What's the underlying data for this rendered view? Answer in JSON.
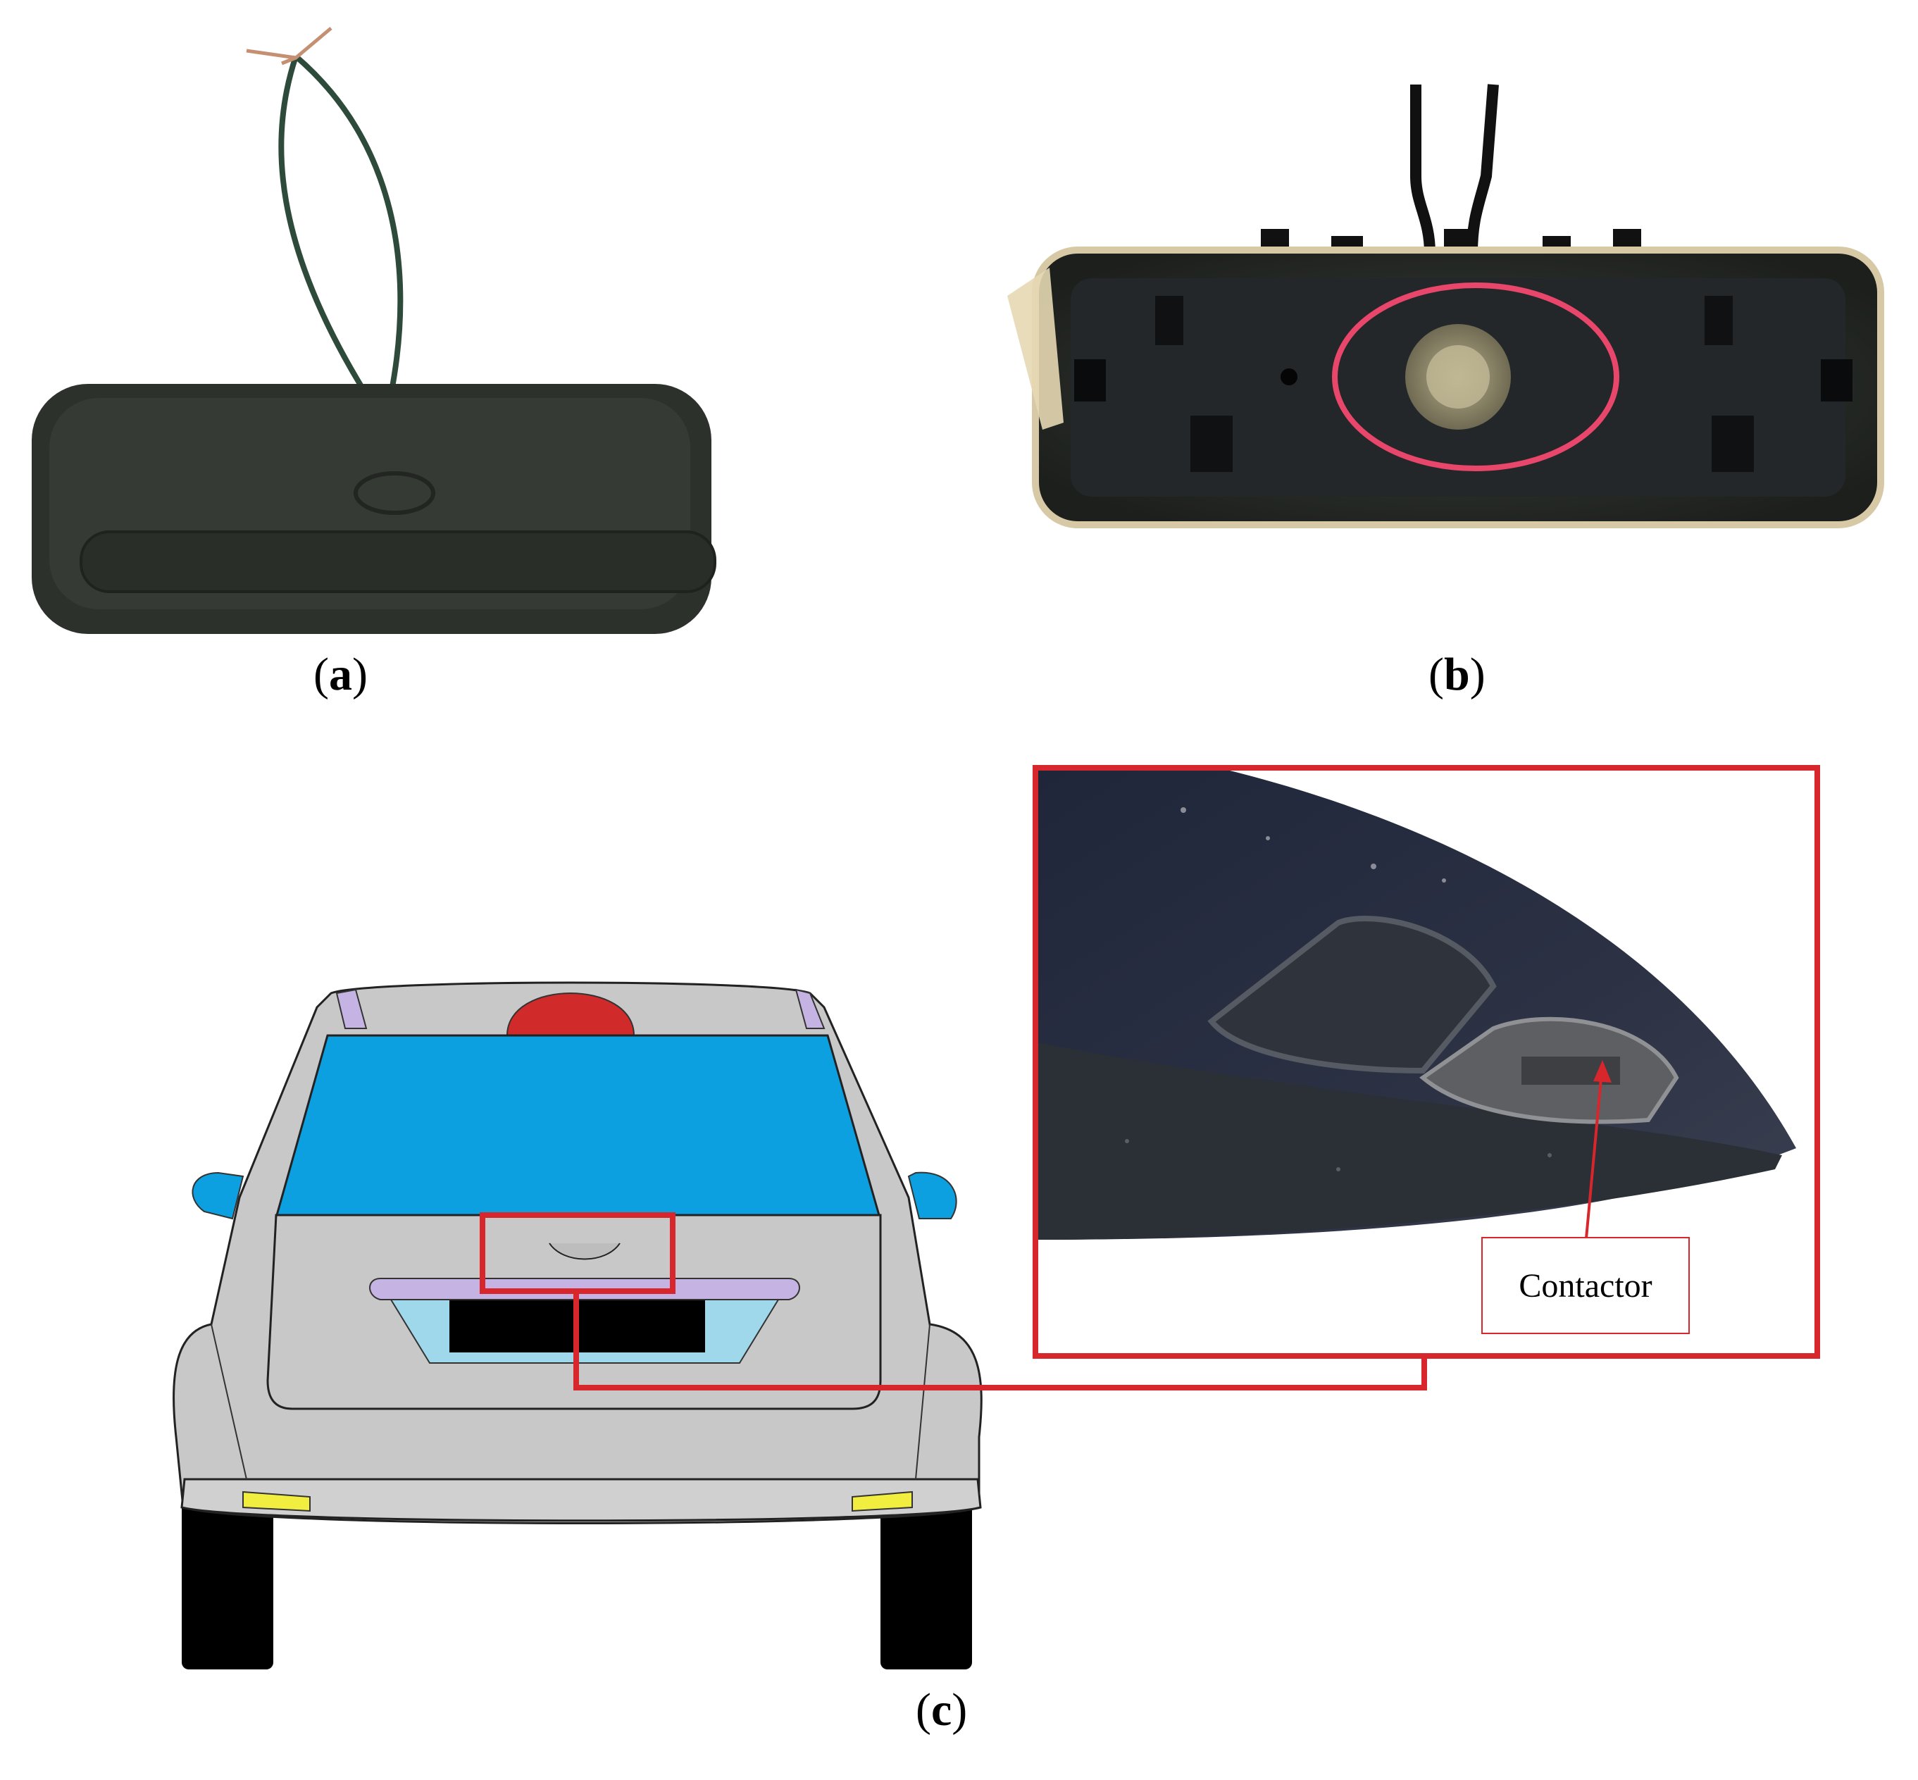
{
  "panels": [
    {
      "id": "a",
      "caption_open": "(",
      "caption_letter": "a",
      "caption_close": ")"
    },
    {
      "id": "b",
      "caption_open": "(",
      "caption_letter": "b",
      "caption_close": ")"
    },
    {
      "id": "c",
      "caption_open": "(",
      "caption_letter": "c",
      "caption_close": ")"
    }
  ],
  "callout": {
    "label": "Contactor"
  },
  "colors": {
    "highlight_red": "#d7262c",
    "body_gray": "#c8c8c8",
    "window_blue": "#0da0e0",
    "plate_strip_lavender": "#c5b4e3",
    "plate_area_lightblue": "#9fd8ea",
    "indicator_yellow": "#f2ee40",
    "brake_light_red": "#d02a2a",
    "tire_black": "#000000",
    "switch_black": "#2f3430"
  }
}
